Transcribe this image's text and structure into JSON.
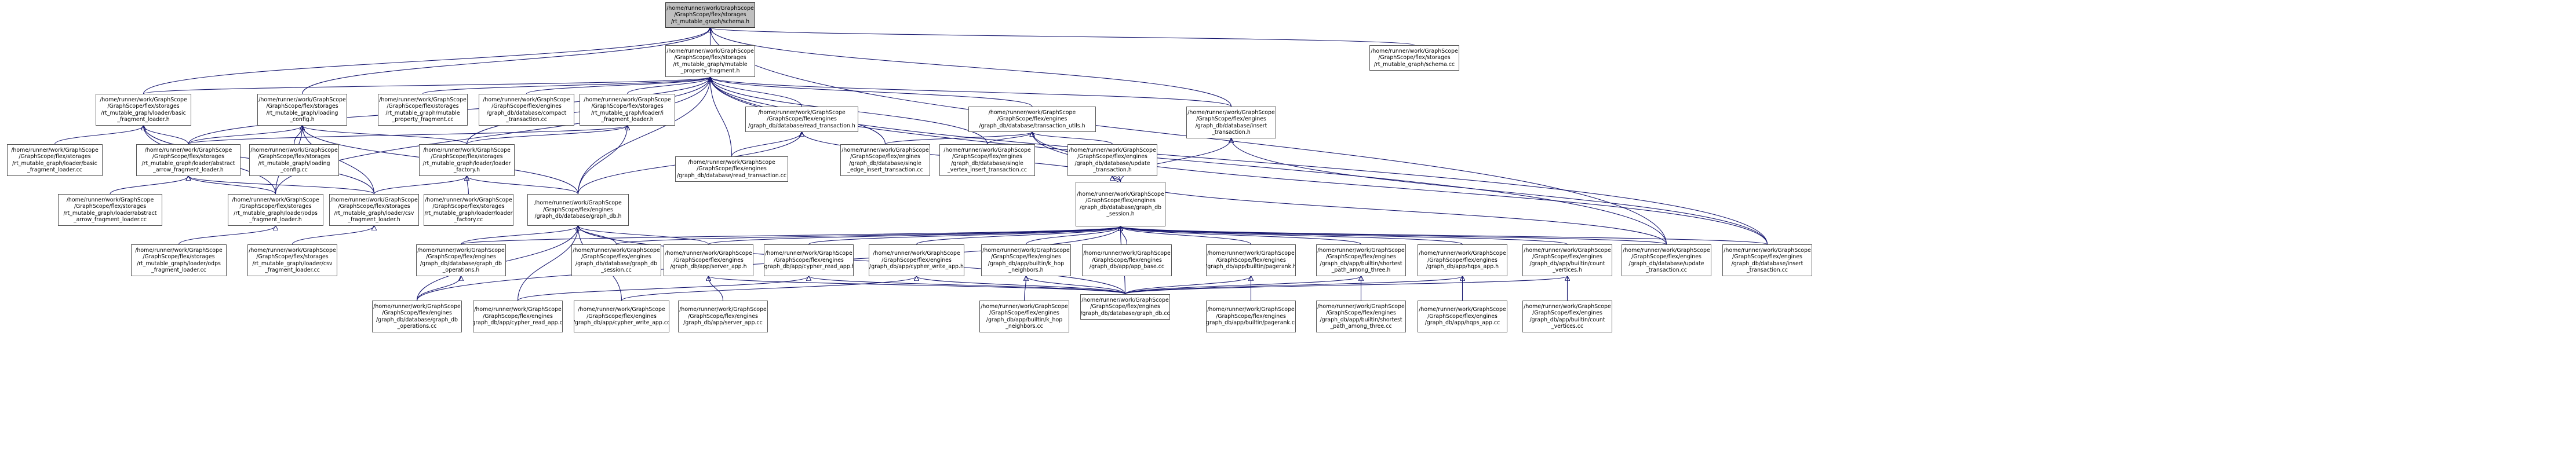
{
  "graph": {
    "root": {
      "id": "schema_h",
      "label": "/home/runner/work/GraphScope\n/GraphScope/flex/storages\n/rt_mutable_graph/schema.h"
    },
    "nodes": [
      {
        "id": "mpf_h",
        "label": "/home/runner/work/GraphScope\n/GraphScope/flex/storages\n/rt_mutable_graph/mutable\n_property_fragment.h"
      },
      {
        "id": "schema_cc",
        "label": "/home/runner/work/GraphScope\n/GraphScope/flex/storages\n/rt_mutable_graph/schema.cc"
      },
      {
        "id": "basic_loader_h",
        "label": "/home/runner/work/GraphScope\n/GraphScope/flex/storages\n/rt_mutable_graph/loader/basic\n_fragment_loader.h"
      },
      {
        "id": "loading_config_h",
        "label": "/home/runner/work/GraphScope\n/GraphScope/flex/storages\n/rt_mutable_graph/loading\n_config.h"
      },
      {
        "id": "mpf_cc",
        "label": "/home/runner/work/GraphScope\n/GraphScope/flex/storages\n/rt_mutable_graph/mutable\n_property_fragment.cc"
      },
      {
        "id": "compact_tx_cc",
        "label": "/home/runner/work/GraphScope\n/GraphScope/flex/engines\n/graph_db/database/compact\n_transaction.cc"
      },
      {
        "id": "i_loader_h",
        "label": "/home/runner/work/GraphScope\n/GraphScope/flex/storages\n/rt_mutable_graph/loader/i\n_fragment_loader.h"
      },
      {
        "id": "read_tx_h",
        "label": "/home/runner/work/GraphScope\n/GraphScope/flex/engines\n/graph_db/database/read_transaction.h"
      },
      {
        "id": "tx_utils_h",
        "label": "/home/runner/work/GraphScope\n/GraphScope/flex/engines\n/graph_db/database/transaction_utils.h"
      },
      {
        "id": "insert_tx_h",
        "label": "/home/runner/work/GraphScope\n/GraphScope/flex/engines\n/graph_db/database/insert\n_transaction.h"
      },
      {
        "id": "basic_loader_cc",
        "label": "/home/runner/work/GraphScope\n/GraphScope/flex/storages\n/rt_mutable_graph/loader/basic\n_fragment_loader.cc"
      },
      {
        "id": "abstract_arrow_h",
        "label": "/home/runner/work/GraphScope\n/GraphScope/flex/storages\n/rt_mutable_graph/loader/abstract\n_arrow_fragment_loader.h"
      },
      {
        "id": "loading_config_cc",
        "label": "/home/runner/work/GraphScope\n/GraphScope/flex/storages\n/rt_mutable_graph/loading\n_config.cc"
      },
      {
        "id": "loader_factory_h",
        "label": "/home/runner/work/GraphScope\n/GraphScope/flex/storages\n/rt_mutable_graph/loader/loader\n_factory.h"
      },
      {
        "id": "read_tx_cc",
        "label": "/home/runner/work/GraphScope\n/GraphScope/flex/engines\n/graph_db/database/read_transaction.cc"
      },
      {
        "id": "single_edge_cc",
        "label": "/home/runner/work/GraphScope\n/GraphScope/flex/engines\n/graph_db/database/single\n_edge_insert_transaction.cc"
      },
      {
        "id": "single_vertex_cc",
        "label": "/home/runner/work/GraphScope\n/GraphScope/flex/engines\n/graph_db/database/single\n_vertex_insert_transaction.cc"
      },
      {
        "id": "update_tx_h",
        "label": "/home/runner/work/GraphScope\n/GraphScope/flex/engines\n/graph_db/database/update\n_transaction.h"
      },
      {
        "id": "abstract_arrow_cc",
        "label": "/home/runner/work/GraphScope\n/GraphScope/flex/storages\n/rt_mutable_graph/loader/abstract\n_arrow_fragment_loader.cc"
      },
      {
        "id": "odps_loader_h",
        "label": "/home/runner/work/GraphScope\n/GraphScope/flex/storages\n/rt_mutable_graph/loader/odps\n_fragment_loader.h"
      },
      {
        "id": "csv_loader_h",
        "label": "/home/runner/work/GraphScope\n/GraphScope/flex/storages\n/rt_mutable_graph/loader/csv\n_fragment_loader.h"
      },
      {
        "id": "loader_factory_cc",
        "label": "/home/runner/work/GraphScope\n/GraphScope/flex/storages\n/rt_mutable_graph/loader/loader\n_factory.cc"
      },
      {
        "id": "graph_db_h",
        "label": "/home/runner/work/GraphScope\n/GraphScope/flex/engines\n/graph_db/database/graph_db.h"
      },
      {
        "id": "graph_db_session_h",
        "label": "/home/runner/work/GraphScope\n/GraphScope/flex/engines\n/graph_db/database/graph_db\n_session.h"
      },
      {
        "id": "odps_loader_cc",
        "label": "/home/runner/work/GraphScope\n/GraphScope/flex/storages\n/rt_mutable_graph/loader/odps\n_fragment_loader.cc"
      },
      {
        "id": "csv_loader_cc",
        "label": "/home/runner/work/GraphScope\n/GraphScope/flex/storages\n/rt_mutable_graph/loader/csv\n_fragment_loader.cc"
      },
      {
        "id": "graph_db_ops_h",
        "label": "/home/runner/work/GraphScope\n/GraphScope/flex/engines\n/graph_db/database/graph_db\n_operations.h"
      },
      {
        "id": "graph_db_session_cc",
        "label": "/home/runner/work/GraphScope\n/GraphScope/flex/engines\n/graph_db/database/graph_db\n_session.cc"
      },
      {
        "id": "server_app_h",
        "label": "/home/runner/work/GraphScope\n/GraphScope/flex/engines\n/graph_db/app/server_app.h"
      },
      {
        "id": "cypher_read_app_h",
        "label": "/home/runner/work/GraphScope\n/GraphScope/flex/engines\n/graph_db/app/cypher_read_app.h"
      },
      {
        "id": "cypher_write_app_h",
        "label": "/home/runner/work/GraphScope\n/GraphScope/flex/engines\n/graph_db/app/cypher_write_app.h"
      },
      {
        "id": "khop_h",
        "label": "/home/runner/work/GraphScope\n/GraphScope/flex/engines\n/graph_db/app/builtin/k_hop\n_neighbors.h"
      },
      {
        "id": "app_base_cc",
        "label": "/home/runner/work/GraphScope\n/GraphScope/flex/engines\n/graph_db/app/app_base.cc"
      },
      {
        "id": "pagerank_h",
        "label": "/home/runner/work/GraphScope\n/GraphScope/flex/engines\n/graph_db/app/builtin/pagerank.h"
      },
      {
        "id": "sp3_h",
        "label": "/home/runner/work/GraphScope\n/GraphScope/flex/engines\n/graph_db/app/builtin/shortest\n_path_among_three.h"
      },
      {
        "id": "hqps_app_h",
        "label": "/home/runner/work/GraphScope\n/GraphScope/flex/engines\n/graph_db/app/hqps_app.h"
      },
      {
        "id": "count_vertices_h",
        "label": "/home/runner/work/GraphScope\n/GraphScope/flex/engines\n/graph_db/app/builtin/count\n_vertices.h"
      },
      {
        "id": "update_tx_cc",
        "label": "/home/runner/work/GraphScope\n/GraphScope/flex/engines\n/graph_db/database/update\n_transaction.cc"
      },
      {
        "id": "insert_tx_cc",
        "label": "/home/runner/work/GraphScope\n/GraphScope/flex/engines\n/graph_db/database/insert\n_transaction.cc"
      },
      {
        "id": "graph_db_ops_cc",
        "label": "/home/runner/work/GraphScope\n/GraphScope/flex/engines\n/graph_db/database/graph_db\n_operations.cc"
      },
      {
        "id": "cypher_read_app_cc",
        "label": "/home/runner/work/GraphScope\n/GraphScope/flex/engines\n/graph_db/app/cypher_read_app.cc"
      },
      {
        "id": "cypher_write_app_cc",
        "label": "/home/runner/work/GraphScope\n/GraphScope/flex/engines\n/graph_db/app/cypher_write_app.cc"
      },
      {
        "id": "server_app_cc",
        "label": "/home/runner/work/GraphScope\n/GraphScope/flex/engines\n/graph_db/app/server_app.cc"
      },
      {
        "id": "khop_cc",
        "label": "/home/runner/work/GraphScope\n/GraphScope/flex/engines\n/graph_db/app/builtin/k_hop\n_neighbors.cc"
      },
      {
        "id": "graph_db_cc",
        "label": "/home/runner/work/GraphScope\n/GraphScope/flex/engines\n/graph_db/database/graph_db.cc"
      },
      {
        "id": "pagerank_cc",
        "label": "/home/runner/work/GraphScope\n/GraphScope/flex/engines\n/graph_db/app/builtin/pagerank.cc"
      },
      {
        "id": "sp3_cc",
        "label": "/home/runner/work/GraphScope\n/GraphScope/flex/engines\n/graph_db/app/builtin/shortest\n_path_among_three.cc"
      },
      {
        "id": "hqps_app_cc",
        "label": "/home/runner/work/GraphScope\n/GraphScope/flex/engines\n/graph_db/app/hqps_app.cc"
      },
      {
        "id": "count_vertices_cc",
        "label": "/home/runner/work/GraphScope\n/GraphScope/flex/engines\n/graph_db/app/builtin/count\n_vertices.cc"
      }
    ],
    "edges": [
      [
        "schema_h",
        "mpf_h"
      ],
      [
        "schema_h",
        "schema_cc"
      ],
      [
        "schema_h",
        "basic_loader_h"
      ],
      [
        "schema_h",
        "loading_config_h"
      ],
      [
        "schema_h",
        "insert_tx_h"
      ],
      [
        "schema_h",
        "update_tx_cc"
      ],
      [
        "mpf_h",
        "basic_loader_h"
      ],
      [
        "mpf_h",
        "mpf_cc"
      ],
      [
        "mpf_h",
        "compact_tx_cc"
      ],
      [
        "mpf_h",
        "i_loader_h"
      ],
      [
        "mpf_h",
        "read_tx_h"
      ],
      [
        "mpf_h",
        "tx_utils_h"
      ],
      [
        "mpf_h",
        "insert_tx_h"
      ],
      [
        "mpf_h",
        "abstract_arrow_h"
      ],
      [
        "mpf_h",
        "loader_factory_h"
      ],
      [
        "mpf_h",
        "read_tx_cc"
      ],
      [
        "mpf_h",
        "single_edge_cc"
      ],
      [
        "mpf_h",
        "single_vertex_cc"
      ],
      [
        "mpf_h",
        "graph_db_h"
      ],
      [
        "mpf_h",
        "odps_loader_h"
      ],
      [
        "mpf_h",
        "update_tx_cc"
      ],
      [
        "mpf_h",
        "insert_tx_cc"
      ],
      [
        "basic_loader_h",
        "basic_loader_cc"
      ],
      [
        "basic_loader_h",
        "abstract_arrow_h"
      ],
      [
        "basic_loader_h",
        "odps_loader_h"
      ],
      [
        "basic_loader_h",
        "csv_loader_h"
      ],
      [
        "loading_config_h",
        "loading_config_cc"
      ],
      [
        "loading_config_h",
        "abstract_arrow_h"
      ],
      [
        "loading_config_h",
        "loader_factory_h"
      ],
      [
        "loading_config_h",
        "graph_db_h"
      ],
      [
        "loading_config_h",
        "odps_loader_h"
      ],
      [
        "loading_config_h",
        "csv_loader_h"
      ],
      [
        "i_loader_h",
        "loader_factory_h"
      ],
      [
        "i_loader_h",
        "abstract_arrow_h"
      ],
      [
        "i_loader_h",
        "graph_db_h"
      ],
      [
        "read_tx_h",
        "read_tx_cc"
      ],
      [
        "read_tx_h",
        "graph_db_h"
      ],
      [
        "read_tx_h",
        "graph_db_session_h"
      ],
      [
        "tx_utils_h",
        "single_edge_cc"
      ],
      [
        "tx_utils_h",
        "single_vertex_cc"
      ],
      [
        "tx_utils_h",
        "update_tx_h"
      ],
      [
        "tx_utils_h",
        "graph_db_session_h"
      ],
      [
        "tx_utils_h",
        "insert_tx_cc"
      ],
      [
        "insert_tx_h",
        "graph_db_session_h"
      ],
      [
        "insert_tx_h",
        "insert_tx_cc"
      ],
      [
        "abstract_arrow_h",
        "abstract_arrow_cc"
      ],
      [
        "abstract_arrow_h",
        "odps_loader_h"
      ],
      [
        "abstract_arrow_h",
        "csv_loader_h"
      ],
      [
        "loader_factory_h",
        "loader_factory_cc"
      ],
      [
        "loader_factory_h",
        "graph_db_h"
      ],
      [
        "loader_factory_h",
        "csv_loader_h"
      ],
      [
        "update_tx_h",
        "graph_db_session_h"
      ],
      [
        "update_tx_h",
        "update_tx_cc"
      ],
      [
        "odps_loader_h",
        "odps_loader_cc"
      ],
      [
        "csv_loader_h",
        "csv_loader_cc"
      ],
      [
        "graph_db_h",
        "graph_db_ops_h"
      ],
      [
        "graph_db_h",
        "graph_db_session_cc"
      ],
      [
        "graph_db_h",
        "server_app_h"
      ],
      [
        "graph_db_h",
        "graph_db_cc"
      ],
      [
        "graph_db_h",
        "graph_db_ops_cc"
      ],
      [
        "graph_db_h",
        "cypher_read_app_cc"
      ],
      [
        "graph_db_h",
        "cypher_write_app_cc"
      ],
      [
        "graph_db_session_h",
        "graph_db_ops_h"
      ],
      [
        "graph_db_session_h",
        "graph_db_session_cc"
      ],
      [
        "graph_db_session_h",
        "server_app_h"
      ],
      [
        "graph_db_session_h",
        "cypher_read_app_h"
      ],
      [
        "graph_db_session_h",
        "cypher_write_app_h"
      ],
      [
        "graph_db_session_h",
        "khop_h"
      ],
      [
        "graph_db_session_h",
        "app_base_cc"
      ],
      [
        "graph_db_session_h",
        "pagerank_h"
      ],
      [
        "graph_db_session_h",
        "sp3_h"
      ],
      [
        "graph_db_session_h",
        "hqps_app_h"
      ],
      [
        "graph_db_session_h",
        "count_vertices_h"
      ],
      [
        "graph_db_session_h",
        "update_tx_cc"
      ],
      [
        "graph_db_session_h",
        "insert_tx_cc"
      ],
      [
        "graph_db_session_h",
        "graph_db_cc"
      ],
      [
        "graph_db_session_h",
        "graph_db_ops_cc"
      ],
      [
        "graph_db_ops_h",
        "graph_db_ops_cc"
      ],
      [
        "server_app_h",
        "server_app_cc"
      ],
      [
        "server_app_h",
        "graph_db_cc"
      ],
      [
        "cypher_read_app_h",
        "cypher_read_app_cc"
      ],
      [
        "cypher_read_app_h",
        "graph_db_cc"
      ],
      [
        "cypher_write_app_h",
        "cypher_write_app_cc"
      ],
      [
        "cypher_write_app_h",
        "graph_db_cc"
      ],
      [
        "khop_h",
        "khop_cc"
      ],
      [
        "khop_h",
        "graph_db_cc"
      ],
      [
        "pagerank_h",
        "pagerank_cc"
      ],
      [
        "pagerank_h",
        "graph_db_cc"
      ],
      [
        "sp3_h",
        "sp3_cc"
      ],
      [
        "sp3_h",
        "graph_db_cc"
      ],
      [
        "hqps_app_h",
        "hqps_app_cc"
      ],
      [
        "hqps_app_h",
        "graph_db_cc"
      ],
      [
        "count_vertices_h",
        "count_vertices_cc"
      ],
      [
        "count_vertices_h",
        "graph_db_cc"
      ]
    ]
  }
}
